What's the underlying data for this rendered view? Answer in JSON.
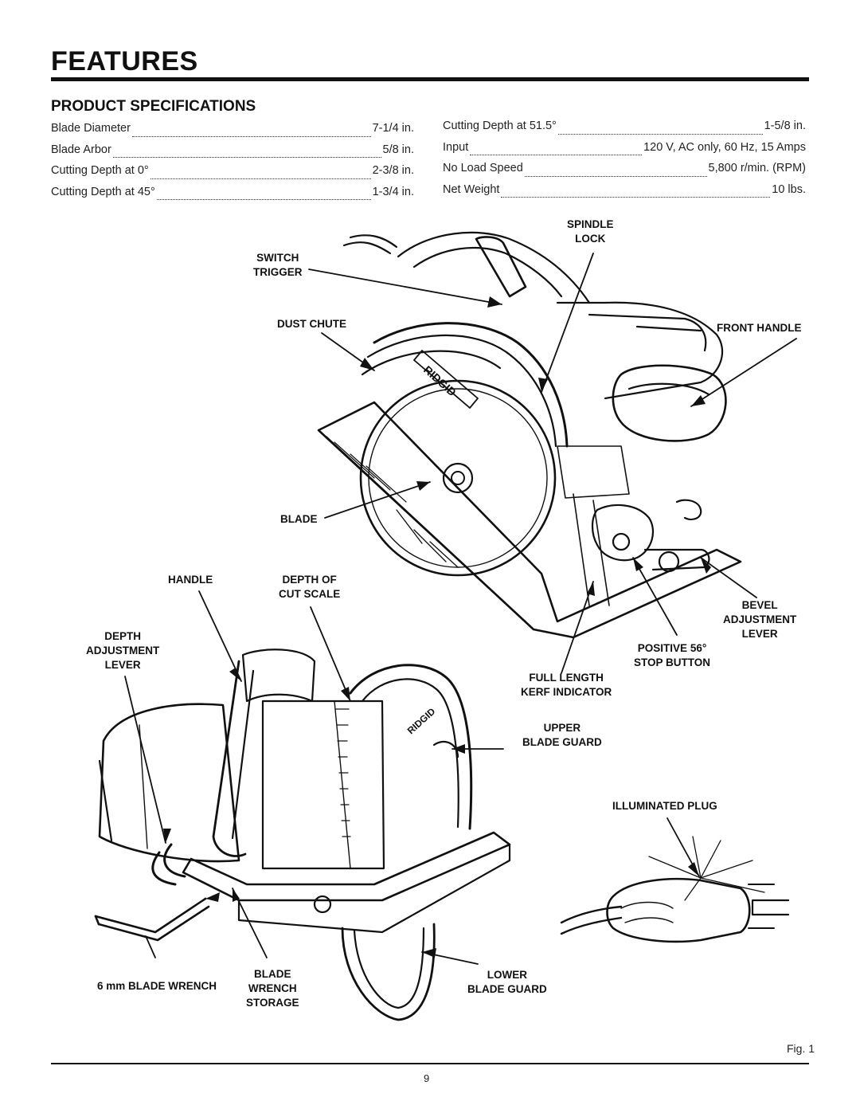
{
  "header": {
    "title": "FEATURES"
  },
  "section": {
    "heading": "PRODUCT SPECIFICATIONS"
  },
  "specs_left": [
    {
      "label": "Blade Diameter",
      "value": "7-1/4 in."
    },
    {
      "label": "Blade Arbor",
      "value": "5/8 in."
    },
    {
      "label": "Cutting Depth at 0°",
      "value": "2-3/8 in."
    },
    {
      "label": "Cutting Depth at 45°",
      "value": "1-3/4 in."
    }
  ],
  "specs_right": [
    {
      "label": "Cutting Depth at 51.5°",
      "value": "1-5/8 in."
    },
    {
      "label": "Input",
      "value": "120 V, AC only, 60 Hz, 15 Amps"
    },
    {
      "label": "No Load Speed",
      "value": "5,800 r/min. (RPM)"
    },
    {
      "label": "Net Weight",
      "value": "10 lbs."
    }
  ],
  "callouts": {
    "spindle_lock": [
      "SPINDLE",
      "LOCK"
    ],
    "switch_trigger": [
      "SWITCH",
      "TRIGGER"
    ],
    "dust_chute": "DUST CHUTE",
    "front_handle": "FRONT HANDLE",
    "blade": "BLADE",
    "handle": "HANDLE",
    "depth_of_cut_scale": [
      "DEPTH OF",
      "CUT SCALE"
    ],
    "bevel_adjustment_lever": [
      "BEVEL",
      "ADJUSTMENT",
      "LEVER"
    ],
    "depth_adjustment_lever": [
      "DEPTH",
      "ADJUSTMENT",
      "LEVER"
    ],
    "positive_stop_button": [
      "POSITIVE 56°",
      "STOP BUTTON"
    ],
    "full_length_kerf_indicator": [
      "FULL LENGTH",
      "KERF INDICATOR"
    ],
    "upper_blade_guard": [
      "UPPER",
      "BLADE GUARD"
    ],
    "illuminated_plug": "ILLUMINATED PLUG",
    "blade_wrench": "6 mm BLADE WRENCH",
    "blade_wrench_storage": [
      "BLADE",
      "WRENCH",
      "STORAGE"
    ],
    "lower_blade_guard": [
      "LOWER",
      "BLADE GUARD"
    ]
  },
  "brand_marks": {
    "saw_top": "RIDGID",
    "saw_bottom": "RIDGID"
  },
  "footer": {
    "fig_label": "Fig. 1",
    "page_number": "9"
  }
}
